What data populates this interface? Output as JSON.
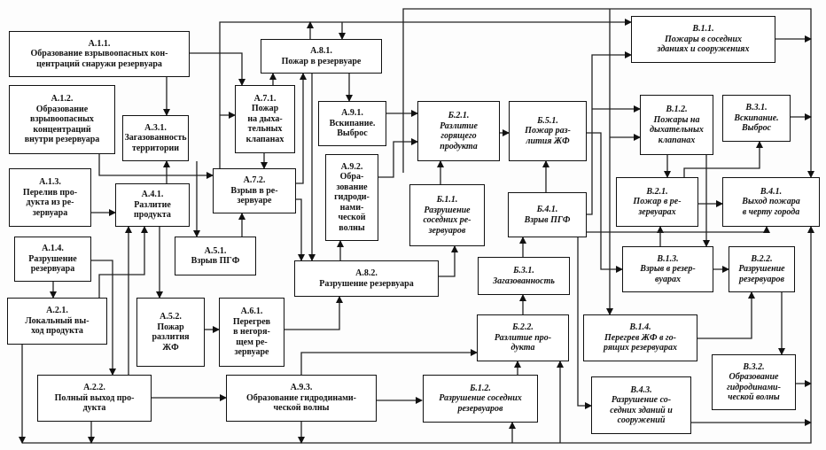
{
  "boxes": [
    {
      "id": "А.1.1.",
      "lines": [
        "Образование взрывоопасных кон-",
        "центраций снаружи резервуара"
      ]
    },
    {
      "id": "А.1.2.",
      "lines": [
        "Образование",
        "взрывоопасных",
        "концентраций",
        "внутри резервуара"
      ]
    },
    {
      "id": "А.1.3.",
      "lines": [
        "Перелив про-",
        "дукта из ре-",
        "зервуара"
      ]
    },
    {
      "id": "А.1.4.",
      "lines": [
        "Разрушение",
        "резервуара"
      ]
    },
    {
      "id": "А.2.1.",
      "lines": [
        "Локальный вы-",
        "ход продукта"
      ]
    },
    {
      "id": "А.2.2.",
      "lines": [
        "Полный выход про-",
        "дукта"
      ]
    },
    {
      "id": "А.3.1.",
      "lines": [
        "Загазованность",
        "территории"
      ]
    },
    {
      "id": "А.4.1.",
      "lines": [
        "Разлитие",
        "продукта"
      ]
    },
    {
      "id": "А.5.1.",
      "lines": [
        "Взрыв ПГФ"
      ]
    },
    {
      "id": "А.5.2.",
      "lines": [
        "Пожар",
        "разлития",
        "ЖФ"
      ]
    },
    {
      "id": "А.6.1.",
      "lines": [
        "Перегрев",
        "в негоря-",
        "щем ре-",
        "зервуаре"
      ]
    },
    {
      "id": "А.7.1.",
      "lines": [
        "Пожар",
        "на дыха-",
        "тельных",
        "клапанах"
      ]
    },
    {
      "id": "А.7.2.",
      "lines": [
        "Взрыв в ре-",
        "зервуаре"
      ]
    },
    {
      "id": "А.8.1.",
      "lines": [
        "Пожар в резервуаре"
      ]
    },
    {
      "id": "А.8.2.",
      "lines": [
        "Разрушение резервуара"
      ]
    },
    {
      "id": "А.9.1.",
      "lines": [
        "Вскипание.",
        "Выброс"
      ]
    },
    {
      "id": "А.9.2.",
      "lines": [
        "Обра-",
        "зование",
        "гидроди-",
        "нами-",
        "ческой",
        "волны"
      ]
    },
    {
      "id": "А.9.3.",
      "lines": [
        "Образование гидродинами-",
        "ческой волны"
      ]
    },
    {
      "id": "Б.2.1.",
      "lines": [
        "Разлитие",
        "горящего",
        "продукта"
      ]
    },
    {
      "id": "Б.1.1.",
      "lines": [
        "Разрушение",
        "соседних ре-",
        "зервуаров"
      ]
    },
    {
      "id": "Б.5.1.",
      "lines": [
        "Пожар раз-",
        "лития ЖФ"
      ]
    },
    {
      "id": "Б.4.1.",
      "lines": [
        "Взрыв ПГФ"
      ]
    },
    {
      "id": "Б.3.1.",
      "lines": [
        "Загазованность"
      ]
    },
    {
      "id": "Б.2.2.",
      "lines": [
        "Разлитие про-",
        "дукта"
      ]
    },
    {
      "id": "Б.1.2.",
      "lines": [
        "Разрушение соседних",
        "резервуаров"
      ]
    },
    {
      "id": "В.1.1.",
      "lines": [
        "Пожары в соседних",
        "зданиях и сооружениях"
      ]
    },
    {
      "id": "В.1.2.",
      "lines": [
        "Пожары на",
        "дыхательных",
        "клапанах"
      ]
    },
    {
      "id": "В.3.1.",
      "lines": [
        "Вскипание.",
        "Выброс"
      ]
    },
    {
      "id": "В.2.1.",
      "lines": [
        "Пожар в ре-",
        "зервуарах"
      ]
    },
    {
      "id": "В.4.1.",
      "lines": [
        "Выход пожара",
        "в черту города"
      ]
    },
    {
      "id": "В.1.3.",
      "lines": [
        "Взрыв в резер-",
        "вуарах"
      ]
    },
    {
      "id": "В.2.2.",
      "lines": [
        "Разрушение",
        "резервуаров"
      ]
    },
    {
      "id": "В.1.4.",
      "lines": [
        "Перегрев ЖФ в го-",
        "рящих резервуарах"
      ]
    },
    {
      "id": "В.3.2.",
      "lines": [
        "Образование",
        "гидродинами-",
        "ческой волны"
      ]
    },
    {
      "id": "В.4.3.",
      "lines": [
        "Разрушение со-",
        "седних зданий и",
        "сооружений"
      ]
    }
  ]
}
